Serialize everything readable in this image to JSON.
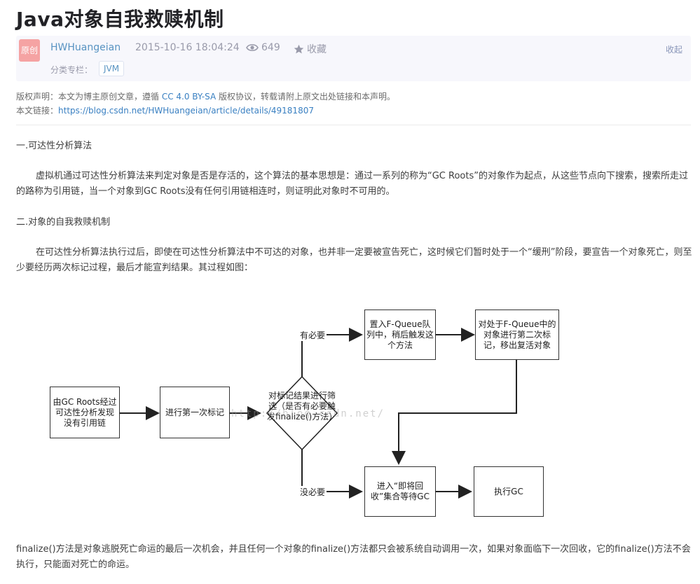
{
  "article": {
    "title": "Java对象自我救赎机制",
    "badge": "原创",
    "author": "HWHuangeian",
    "date": "2015-10-16 18:04:24",
    "views": "649",
    "collect": "收藏",
    "collapse": "收起",
    "category_label": "分类专栏：",
    "category_tag": "JVM"
  },
  "copyright": {
    "line1_prefix": "版权声明：本文为博主原创文章，遵循 ",
    "license": "CC 4.0 BY-SA",
    "line1_suffix": " 版权协议，转载请附上原文出处链接和本声明。",
    "line2_prefix": "本文链接：",
    "link": "https://blog.csdn.net/HWHuangeian/article/details/49181807"
  },
  "content": {
    "h1": "一.可达性分析算法",
    "p1": "虚拟机通过可达性分析算法来判定对象是否是存活的，这个算法的基本思想是：通过一系列的称为“GC Roots”的对象作为起点，从这些节点向下搜索，搜索所走过的路称为引用链，当一个对象到GC Roots没有任何引用链相连时，则证明此对象时不可用的。",
    "h2": "二.对象的自我救赎机制",
    "p2": "在可达性分析算法执行过后，即使在可达性分析算法中不可达的对象，也并非一定要被宣告死亡，这时候它们暂时处于一个“缓刑”阶段，要宣告一个对象死亡，则至少要经历两次标记过程，最后才能宣判结果。其过程如图：",
    "p3": "finalize()方法是对象逃脱死亡命运的最后一次机会，并且任何一个对象的finalize()方法都只会被系统自动调用一次，如果对象面临下一次回收，它的finalize()方法不会执行，只能面对死亡的命运。"
  },
  "flowchart": {
    "node_gc_roots": "由GC Roots经过可达性分析发现没有引用链",
    "node_first_mark": "进行第一次标记",
    "node_decision": "对标记结果进行筛选（是否有必要触发finalize()方法）",
    "node_fqueue": "置入F-Queue队列中，稍后触发这个方法",
    "node_second_mark": "对处于F-Queue中的对象进行第二次标记，移出复活对象",
    "node_pending": "进入“即将回收”集合等待GC",
    "node_gc": "执行GC",
    "label_yes": "有必要",
    "label_no": "没必要",
    "watermark": "http://blog.csdn.net/"
  }
}
